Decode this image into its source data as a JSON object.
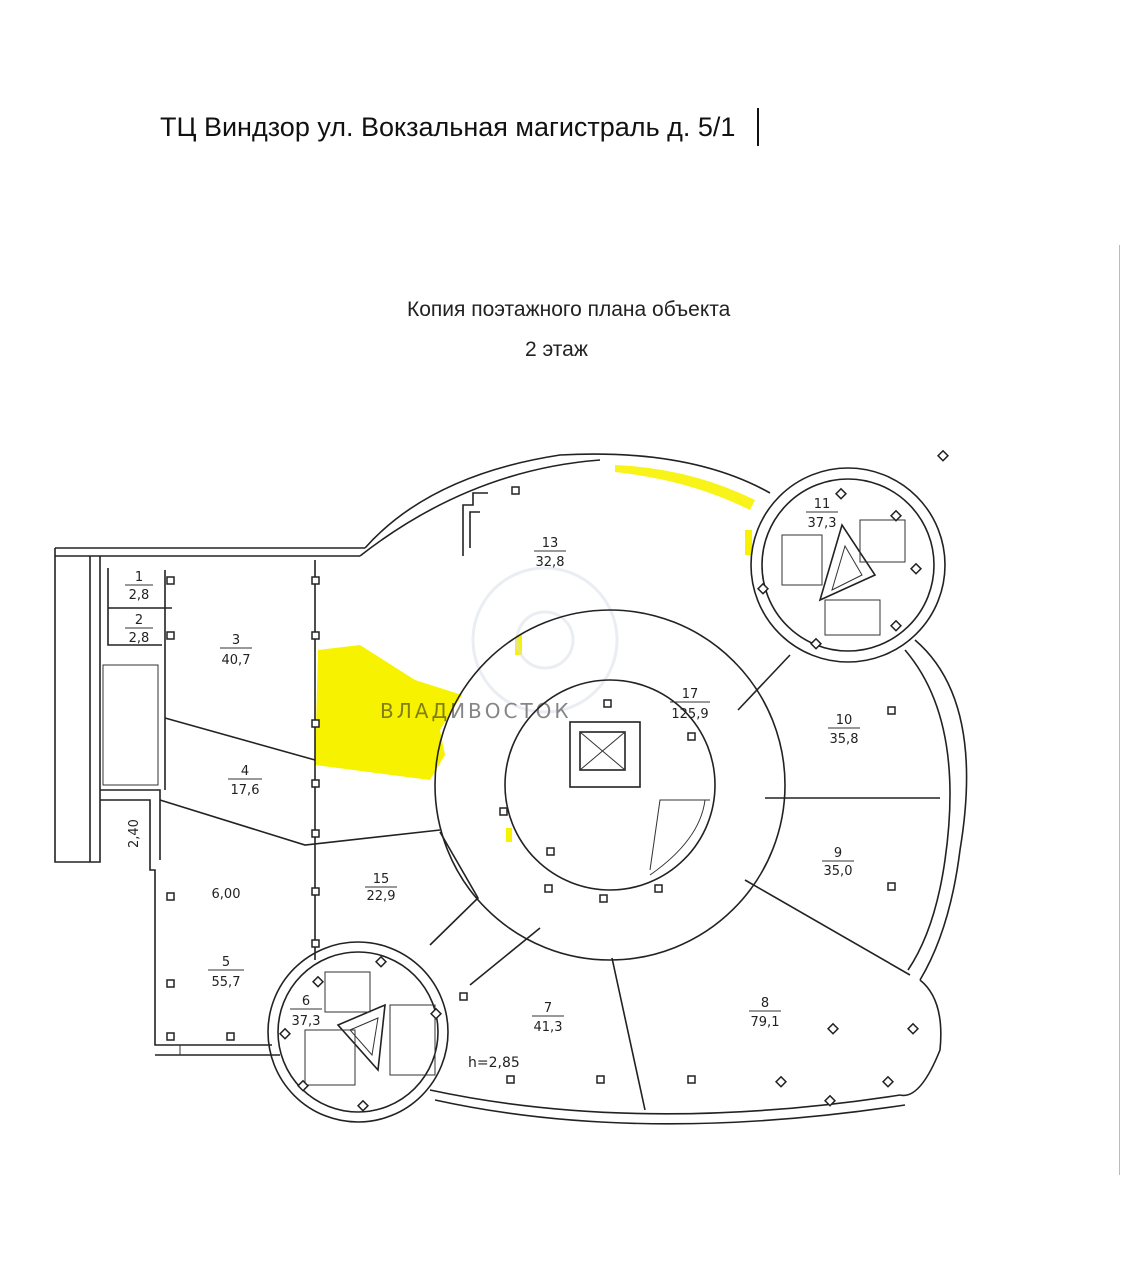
{
  "header": {
    "title": "ТЦ Виндзор  ул. Вокзальная магистраль д. 5/1",
    "caption": "Копия поэтажного плана объекта",
    "floor": "2 этаж"
  },
  "colors": {
    "highlight": "#f7f200",
    "line": "#222222",
    "watermark": "#d9dfe8"
  },
  "rooms": [
    {
      "id": "1",
      "area": "2,8"
    },
    {
      "id": "2",
      "area": "2,8"
    },
    {
      "id": "3",
      "area": "40,7"
    },
    {
      "id": "4",
      "area": "17,6"
    },
    {
      "id": "5",
      "area": "55,7"
    },
    {
      "id": "6",
      "area": "37,3"
    },
    {
      "id": "7",
      "area": "41,3"
    },
    {
      "id": "8",
      "area": "79,1"
    },
    {
      "id": "9",
      "area": "35,0"
    },
    {
      "id": "10",
      "area": "35,8"
    },
    {
      "id": "11",
      "area": "37,3"
    },
    {
      "id": "13",
      "area": "32,8"
    },
    {
      "id": "15",
      "area": "22,9"
    },
    {
      "id": "17",
      "area": "125,9"
    }
  ],
  "dimensions": {
    "left_width": "2,40",
    "room5_sub": "6,00",
    "height": "h=2,85"
  },
  "watermark": "ВЛАДИВОСТОК"
}
